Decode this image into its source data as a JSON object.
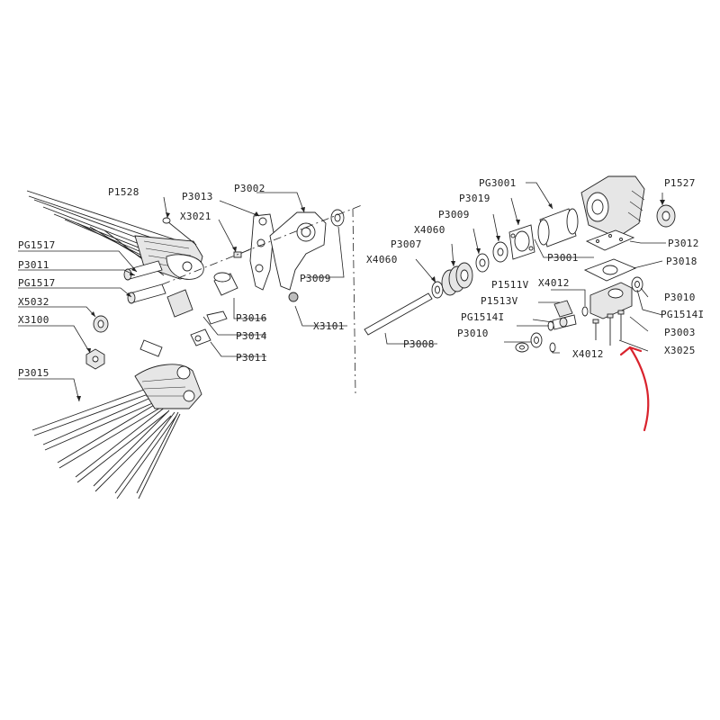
{
  "labels": {
    "P1528": "P1528",
    "P3013": "P3013",
    "P3002": "P3002",
    "X3021": "X3021",
    "PG1517a": "PG1517",
    "P3011a": "P3011",
    "PG1517b": "PG1517",
    "X5032": "X5032",
    "X3100": "X3100",
    "P3015": "P3015",
    "P3016": "P3016",
    "P3014": "P3014",
    "P3011b": "P3011",
    "X3101": "X3101",
    "P3009a": "P3009",
    "PG3001": "PG3001",
    "P1527": "P1527",
    "P3019": "P3019",
    "P3009b": "P3009",
    "X4060a": "X4060",
    "P3007": "P3007",
    "X4060b": "X4060",
    "P3001": "P3001",
    "P3012": "P3012",
    "P3018": "P3018",
    "X4012a": "X4012",
    "P1511V": "P1511V",
    "P1513V": "P1513V",
    "PG1514Ia": "PG1514I",
    "P3010a": "P3010",
    "P3010b": "P3010",
    "PG1514Ib": "PG1514I",
    "P3003": "P3003",
    "X3025": "X3025",
    "X4012b": "X4012",
    "P3008": "P3008"
  },
  "colors": {
    "line": "#222222",
    "highlight_arrow": "#d9232d",
    "background": "#ffffff"
  }
}
